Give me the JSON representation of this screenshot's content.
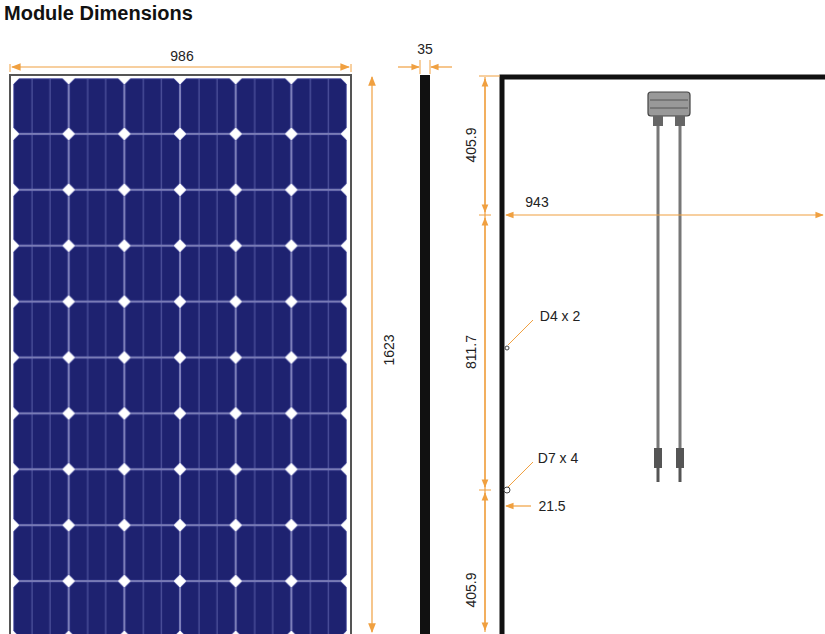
{
  "diagram": {
    "title": "Module Dimensions",
    "labels": [
      "986",
      "35",
      "1623",
      "405.9",
      "943",
      "811.7",
      "D4 x 2",
      "D7 x 4",
      "21.5",
      "405.9"
    ]
  }
}
